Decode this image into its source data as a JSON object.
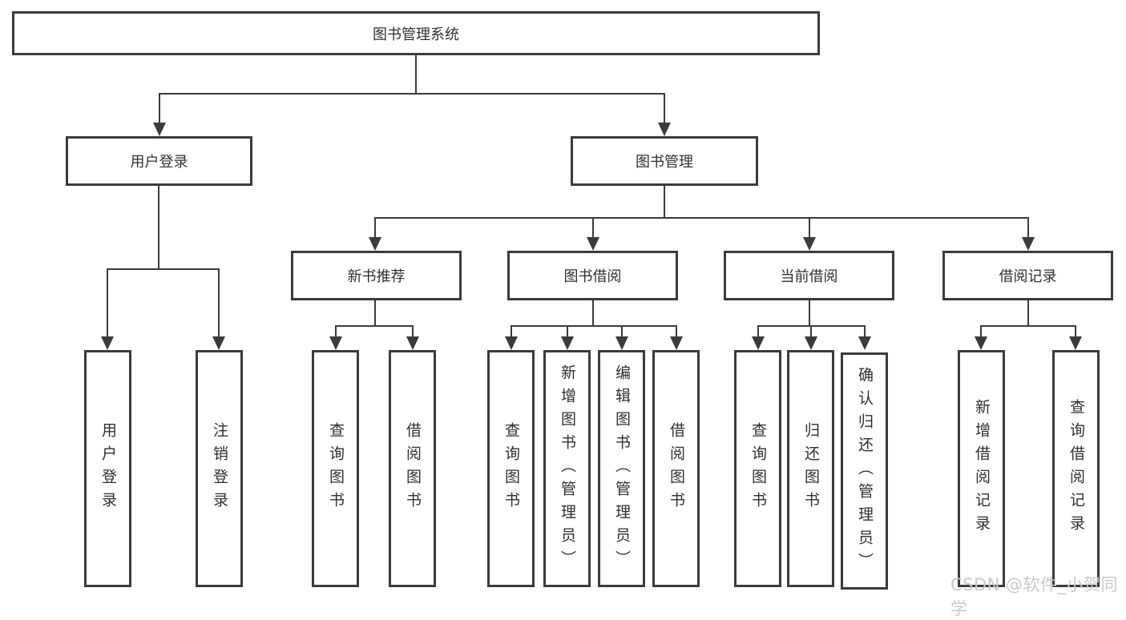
{
  "diagram": {
    "root": "图书管理系统",
    "level2": [
      "用户登录",
      "图书管理"
    ],
    "level3": [
      "新书推荐",
      "图书借阅",
      "当前借阅",
      "借阅记录"
    ],
    "leaves": {
      "user": [
        "用户登录",
        "注销登录"
      ],
      "recommend": [
        "查询图书",
        "借阅图书"
      ],
      "borrow": [
        "查询图书",
        "新增图书（管理员）",
        "编辑图书（管理员）",
        "借阅图书"
      ],
      "current": [
        "查询图书",
        "归还图书",
        "确认归还（管理员）"
      ],
      "records": [
        "新增借阅记录",
        "查询借阅记录"
      ]
    }
  },
  "watermark": "CSDN @软件_小贺同学",
  "colors": {
    "line": "#3b3b3b",
    "box_border": "#3b3b3b",
    "text": "#2f2f2f",
    "watermark": "#c9c9c9",
    "background": "#ffffff"
  }
}
